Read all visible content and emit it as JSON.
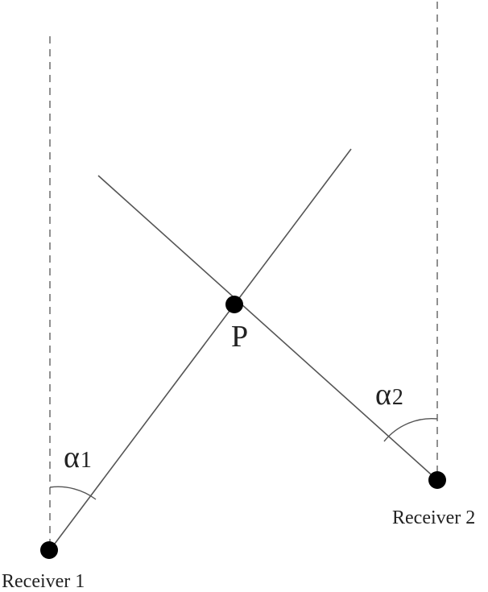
{
  "colors": {
    "line": "#555555",
    "dashed": "#555555",
    "dot": "#000000",
    "text": "#222222"
  },
  "point": {
    "label": "P"
  },
  "receivers": [
    {
      "label": "Receiver 1",
      "angle_symbol": "α",
      "angle_subscript": "1"
    },
    {
      "label": "Receiver 2",
      "angle_symbol": "α",
      "angle_subscript": "2"
    }
  ]
}
